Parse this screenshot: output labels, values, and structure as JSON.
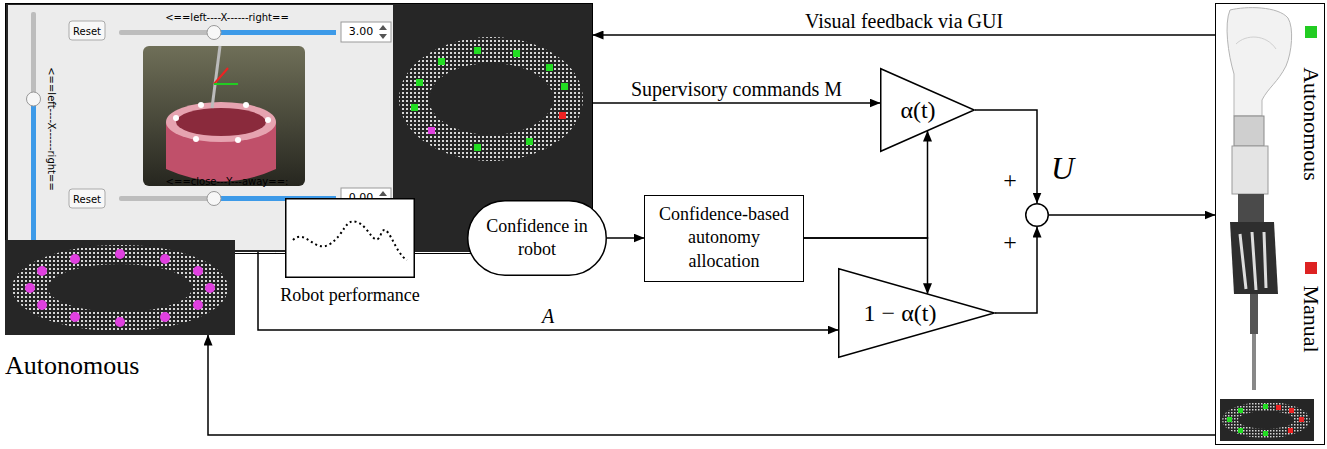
{
  "diagram": {
    "nodes": [
      {
        "text": [
          "Reset",
          "<==left----X------right==",
          "3.00",
          "<==left----X------right==",
          "Reset",
          "<==close---Y---away==:",
          "0.00"
        ]
      },
      {
        "text": [
          "α(t)"
        ]
      },
      {
        "text": [
          "Confidence-based autonomy allocation"
        ]
      },
      {
        "text": [
          "U"
        ]
      },
      {
        "text": [
          "Autonomous",
          "Manual"
        ]
      },
      {
        "text": [
          "Autonomous"
        ]
      },
      {
        "text": [
          "Robot performance"
        ]
      },
      {
        "text": [
          "Confidence in robot"
        ]
      },
      {
        "text": [
          "1 − α(t)"
        ]
      }
    ],
    "edges": [
      {
        "from": 4,
        "to": 0,
        "arrow": "to",
        "label": "Visual feedback via GUI"
      },
      {
        "from": 0,
        "to": 1,
        "arrow": "to",
        "label": "Supervisory commands M"
      },
      {
        "from": 1,
        "to": 3,
        "arrow": "to"
      },
      {
        "from": 8,
        "to": 3,
        "arrow": "to"
      },
      {
        "from": 3,
        "to": 4,
        "arrow": "to"
      },
      {
        "from": 5,
        "to": 6,
        "arrow": "to"
      },
      {
        "from": 6,
        "to": 7,
        "arrow": "to"
      },
      {
        "from": 7,
        "to": 2,
        "arrow": "to"
      },
      {
        "from": 2,
        "to": 1,
        "arrow": "to"
      },
      {
        "from": 2,
        "to": 8,
        "arrow": "to"
      },
      {
        "from": 5,
        "to": 8,
        "arrow": "to",
        "label": "A"
      },
      {
        "from": 4,
        "to": 5,
        "arrow": "to"
      }
    ],
    "labels": [
      "+",
      "+"
    ]
  }
}
